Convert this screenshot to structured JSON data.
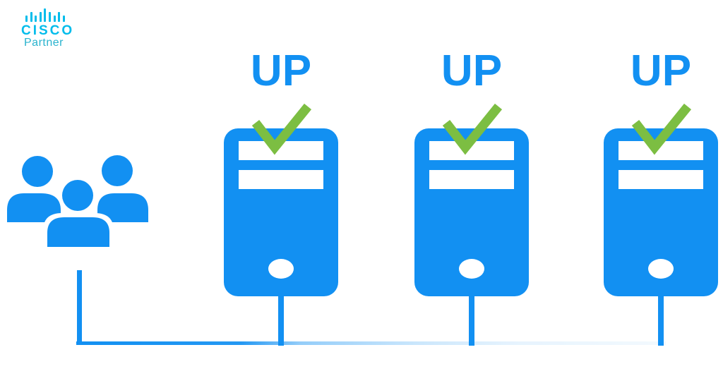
{
  "brand": {
    "logo_icon": "cisco-signal-bars-icon",
    "name": "CISCO",
    "program": "Partner",
    "name_color": "#00bceb",
    "program_color": "#29b3ce"
  },
  "diagram": {
    "users": {
      "icon": "users-group-icon",
      "color": "#1290f2",
      "connected_to": "network-bus-line"
    },
    "servers": [
      {
        "id": "server-1",
        "label": "UP",
        "status": "up",
        "icon": "server-tower-icon",
        "check_icon": "checkmark-icon"
      },
      {
        "id": "server-2",
        "label": "UP",
        "status": "up",
        "icon": "server-tower-icon",
        "check_icon": "checkmark-icon"
      },
      {
        "id": "server-3",
        "label": "UP",
        "status": "up",
        "icon": "server-tower-icon",
        "check_icon": "checkmark-icon"
      }
    ],
    "colors": {
      "primary_blue": "#1290f2",
      "check_green": "#7cbe42",
      "background": "#ffffff"
    }
  }
}
